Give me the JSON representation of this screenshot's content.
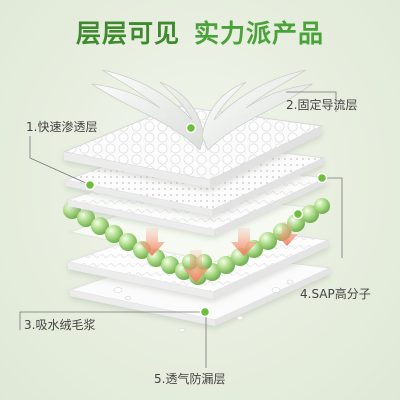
{
  "headline": {
    "part_a": "层层可见",
    "part_b": "实力派产品"
  },
  "layers": [
    {
      "label": "1.快速渗透层"
    },
    {
      "label": "2.固定导流层"
    },
    {
      "label": "3.吸水绒毛浆"
    },
    {
      "label": "4.SAP高分子"
    },
    {
      "label": "5.透气防漏层"
    }
  ],
  "colors": {
    "headline_dark": "#3f8a2e",
    "headline_light": "#4aa33a",
    "sap_bead": "#9fd27e",
    "flow_arrow": "#ef8a6b",
    "marker_dot": "#6bbf3b"
  }
}
